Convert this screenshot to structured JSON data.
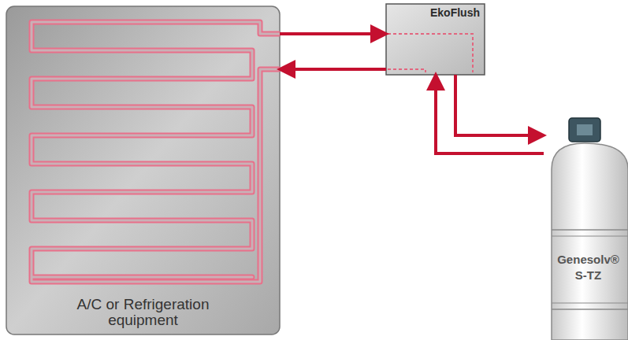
{
  "diagram": {
    "nodes": [
      {
        "text": [
          "A/C or Refrigeration equipment"
        ]
      },
      {
        "text": [
          "EkoFlush"
        ]
      },
      {
        "text": [
          "Genesolv® S-TZ"
        ]
      }
    ],
    "edges": [
      {
        "from": 0,
        "to": 1,
        "arrow": "to"
      },
      {
        "from": 1,
        "to": 0,
        "arrow": "to"
      },
      {
        "from": 1,
        "to": 2,
        "arrow": "to"
      },
      {
        "from": 2,
        "to": 1,
        "arrow": "to"
      }
    ]
  }
}
